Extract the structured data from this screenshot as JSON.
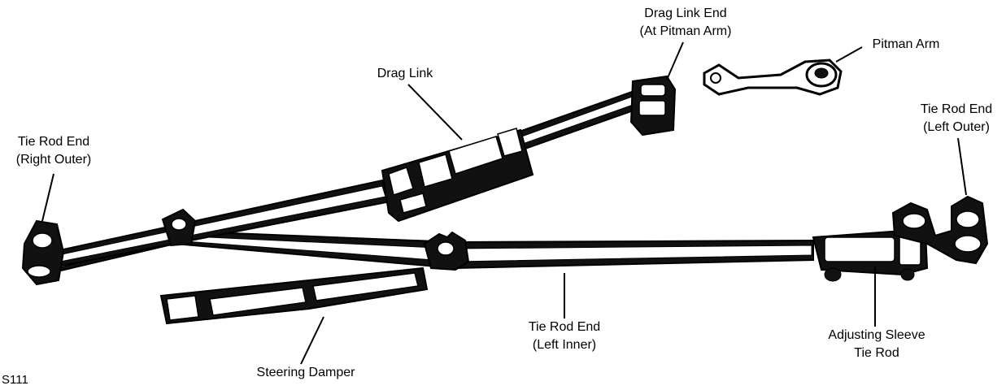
{
  "figure_id": "S111",
  "labels": {
    "drag_link_end": [
      "Drag Link End",
      "(At Pitman Arm)"
    ],
    "pitman_arm": [
      "Pitman Arm"
    ],
    "drag_link": [
      "Drag Link"
    ],
    "tie_rod_end_right_outer": [
      "Tie Rod End",
      "(Right Outer)"
    ],
    "tie_rod_end_left_outer": [
      "Tie Rod End",
      "(Left Outer)"
    ],
    "tie_rod_end_left_inner": [
      "Tie Rod End",
      "(Left Inner)"
    ],
    "adjusting_sleeve_tie_rod": [
      "Adjusting Sleeve",
      "Tie Rod"
    ],
    "steering_damper": [
      "Steering Damper"
    ]
  },
  "colors": {
    "ink": "#000000",
    "paper": "#ffffff"
  }
}
